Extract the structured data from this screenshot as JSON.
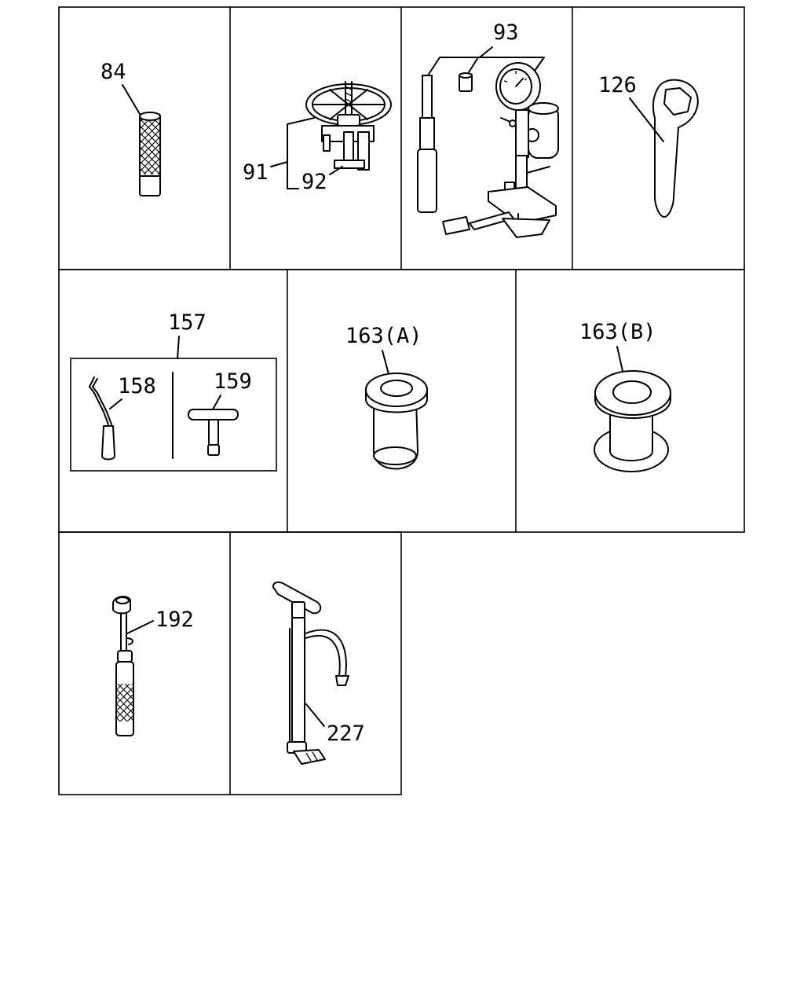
{
  "parts": [
    {
      "id": "p84",
      "label": "84"
    },
    {
      "id": "p91",
      "label": "91"
    },
    {
      "id": "p92",
      "label": "92"
    },
    {
      "id": "p93",
      "label": "93"
    },
    {
      "id": "p126",
      "label": "126"
    },
    {
      "id": "p157",
      "label": "157"
    },
    {
      "id": "p158",
      "label": "158"
    },
    {
      "id": "p159",
      "label": "159"
    },
    {
      "id": "p163a",
      "label": "163(A)"
    },
    {
      "id": "p163b",
      "label": "163(B)"
    },
    {
      "id": "p192",
      "label": "192"
    },
    {
      "id": "p227",
      "label": "227"
    }
  ]
}
